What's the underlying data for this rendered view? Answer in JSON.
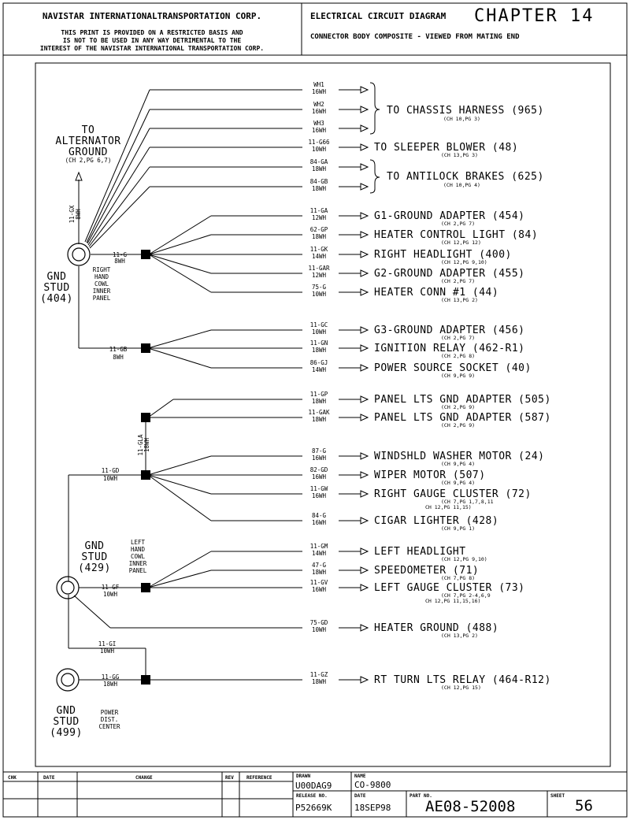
{
  "header": {
    "company": "NAVISTAR INTERNATIONALTRANSPORTATION CORP.",
    "notice_1": "THIS PRINT IS PROVIDED ON A RESTRICTED BASIS AND",
    "notice_2": "IS NOT TO BE USED IN ANY WAY DETRIMENTAL TO THE",
    "notice_3": "INTEREST OF THE NAVISTAR INTERNATIONAL TRANSPORTATION CORP.",
    "doc_type": "ELECTRICAL CIRCUIT DIAGRAM",
    "chapter": "CHAPTER 14",
    "subtitle": "CONNECTOR BODY COMPOSITE - VIEWED FROM MATING END"
  },
  "studs": {
    "alt_1": "TO",
    "alt_2": "ALTERNATOR",
    "alt_3": "GROUND",
    "alt_ref": "(CH 2,PG 6,7)",
    "s404_1": "GND",
    "s404_2": "STUD",
    "s404_3": "(404)",
    "s404_loc_1": "RIGHT",
    "s404_loc_2": "HAND",
    "s404_loc_3": "COWL",
    "s404_loc_4": "INNER",
    "s404_loc_5": "PANEL",
    "s429_1": "GND",
    "s429_2": "STUD",
    "s429_3": "(429)",
    "s429_loc_1": "LEFT",
    "s429_loc_2": "HAND",
    "s429_loc_3": "COWL",
    "s429_loc_4": "INNER",
    "s429_loc_5": "PANEL",
    "s499_1": "GND",
    "s499_2": "STUD",
    "s499_3": "(499)",
    "s499_loc_1": "POWER",
    "s499_loc_2": "DIST.",
    "s499_loc_3": "CENTER"
  },
  "wire_labels": {
    "gx_1": "11-GX",
    "gx_2": "8WH",
    "g_1": "11-G",
    "g_2": "8WH",
    "gb_1": "11-GB",
    "gb_2": "8WH",
    "gla_1": "11-GLA",
    "gla_2": "18WH",
    "gd_1": "11-GD",
    "gd_2": "10WH",
    "gf_1": "11-GF",
    "gf_2": "10WH",
    "gi_1": "11-GI",
    "gi_2": "10WH",
    "gg_1": "11-GG",
    "gg_2": "18WH"
  },
  "circuits": [
    {
      "code": "WH1",
      "gauge": "16WH",
      "dest": "",
      "ref": ""
    },
    {
      "code": "WH2",
      "gauge": "16WH",
      "dest": "",
      "ref": ""
    },
    {
      "code": "WH3",
      "gauge": "16WH",
      "dest": "",
      "ref": ""
    },
    {
      "code": "11-G66",
      "gauge": "10WH",
      "dest": "TO SLEEPER BLOWER (48)",
      "ref": "(CH 13,PG 3)"
    },
    {
      "code": "84-GA",
      "gauge": "18WH",
      "dest": "",
      "ref": ""
    },
    {
      "code": "84-GB",
      "gauge": "18WH",
      "dest": "",
      "ref": ""
    },
    {
      "code": "11-GA",
      "gauge": "12WH",
      "dest": "G1-GROUND ADAPTER (454)",
      "ref": "(CH 2,PG 7)"
    },
    {
      "code": "62-GP",
      "gauge": "18WH",
      "dest": "HEATER CONTROL LIGHT (84)",
      "ref": "(CH 12,PG 12)"
    },
    {
      "code": "11-GK",
      "gauge": "14WH",
      "dest": "RIGHT HEADLIGHT (400)",
      "ref": "(CH 12,PG 9,10)"
    },
    {
      "code": "11-GAR",
      "gauge": "12WH",
      "dest": "G2-GROUND ADAPTER (455)",
      "ref": "(CH 2,PG 7)"
    },
    {
      "code": "75-G",
      "gauge": "10WH",
      "dest": "HEATER CONN #1 (44)",
      "ref": "(CH 13,PG 2)"
    },
    {
      "code": "11-GC",
      "gauge": "10WH",
      "dest": "G3-GROUND ADAPTER (456)",
      "ref": "(CH 2,PG 7)"
    },
    {
      "code": "11-GN",
      "gauge": "18WH",
      "dest": "IGNITION RELAY (462-R1)",
      "ref": "(CH 2,PG 8)"
    },
    {
      "code": "86-GJ",
      "gauge": "14WH",
      "dest": "POWER SOURCE SOCKET (40)",
      "ref": "(CH 9,PG 9)"
    },
    {
      "code": "11-GP",
      "gauge": "18WH",
      "dest": "PANEL LTS GND ADAPTER (505)",
      "ref": "(CH 2,PG 9)"
    },
    {
      "code": "11-GAK",
      "gauge": "18WH",
      "dest": "PANEL LTS GND ADAPTER (587)",
      "ref": "(CH 2,PG 9)"
    },
    {
      "code": "87-G",
      "gauge": "16WH",
      "dest": "WINDSHLD WASHER MOTOR (24)",
      "ref": "(CH 9,PG 4)"
    },
    {
      "code": "82-GD",
      "gauge": "16WH",
      "dest": "WIPER MOTOR (507)",
      "ref": "(CH 9,PG 4)"
    },
    {
      "code": "11-GW",
      "gauge": "16WH",
      "dest": "RIGHT GAUGE CLUSTER (72)",
      "ref": "(CH 7,PG 1,7,8,11",
      "ref2": "CH 12,PG 11,15)"
    },
    {
      "code": "84-G",
      "gauge": "16WH",
      "dest": "CIGAR LIGHTER (428)",
      "ref": "(CH 9,PG 1)"
    },
    {
      "code": "11-GM",
      "gauge": "14WH",
      "dest": "LEFT HEADLIGHT",
      "ref": "(CH 12,PG 9,10)"
    },
    {
      "code": "47-G",
      "gauge": "18WH",
      "dest": "SPEEDOMETER (71)",
      "ref": "(CH 7,PG 8)"
    },
    {
      "code": "11-GV",
      "gauge": "16WH",
      "dest": "LEFT GAUGE CLUSTER (73)",
      "ref": "(CH 7,PG 2-4,6,9",
      "ref2": "CH 12,PG 11,15,16)"
    },
    {
      "code": "75-GD",
      "gauge": "10WH",
      "dest": "HEATER GROUND (488)",
      "ref": "(CH 13,PG 2)"
    },
    {
      "code": "11-GZ",
      "gauge": "18WH",
      "dest": "RT TURN LTS RELAY (464-R12)",
      "ref": "(CH 12,PG 15)"
    }
  ],
  "groups": {
    "chassis": "TO CHASSIS HARNESS (965)",
    "chassis_ref": "(CH 10,PG 3)",
    "antilock": "TO ANTILOCK BRAKES (625)",
    "antilock_ref": "(CH 10,PG 4)"
  },
  "title_block": {
    "chk": "CHK",
    "date": "DATE",
    "change": "CHANGE",
    "rev": "REV",
    "reference": "REFERENCE",
    "drawn_label": "DRAWN",
    "drawn_value": "U00DAG9",
    "name_label": "NAME",
    "name_value": "CO-9800",
    "release_label": "RELEASE NO.",
    "release_value": "P52669K",
    "date_label": "DATE",
    "date_value": "18SEP98",
    "part_label": "PART NO.",
    "part_value": "AE08-52008",
    "sheet_label": "SHEET",
    "sheet_value": "56"
  }
}
